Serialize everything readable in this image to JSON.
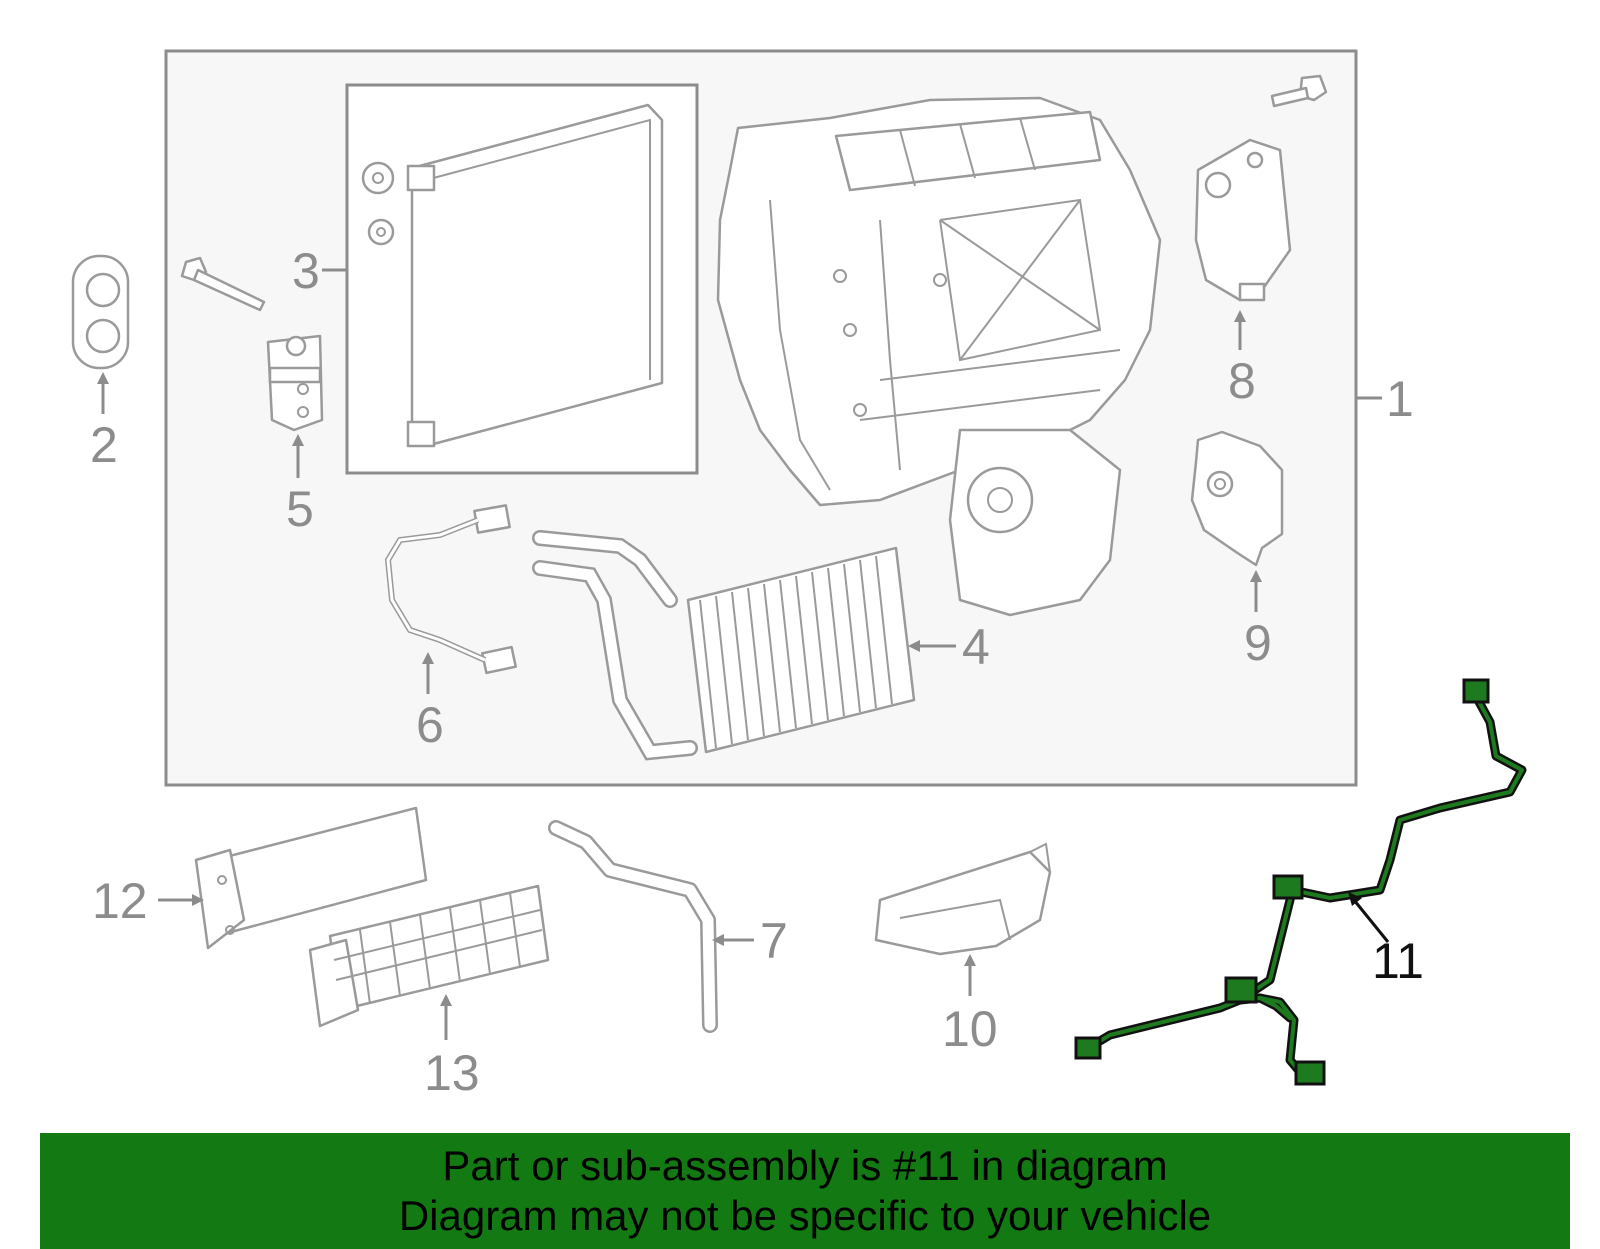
{
  "callouts": {
    "c1": "1",
    "c2": "2",
    "c3": "3",
    "c4": "4",
    "c5": "5",
    "c6": "6",
    "c7": "7",
    "c8": "8",
    "c9": "9",
    "c10": "10",
    "c11": "11",
    "c12": "12",
    "c13": "13"
  },
  "banner": {
    "line1": "Part or sub-assembly is #11 in diagram",
    "line2": "Diagram may not be specific to your vehicle"
  },
  "colors": {
    "banner_bg": "#137a13",
    "highlight": "#1e7a1e",
    "line_art": "#9a9a9a",
    "box_fill": "#f7f7f7"
  },
  "highlighted_part": "11"
}
